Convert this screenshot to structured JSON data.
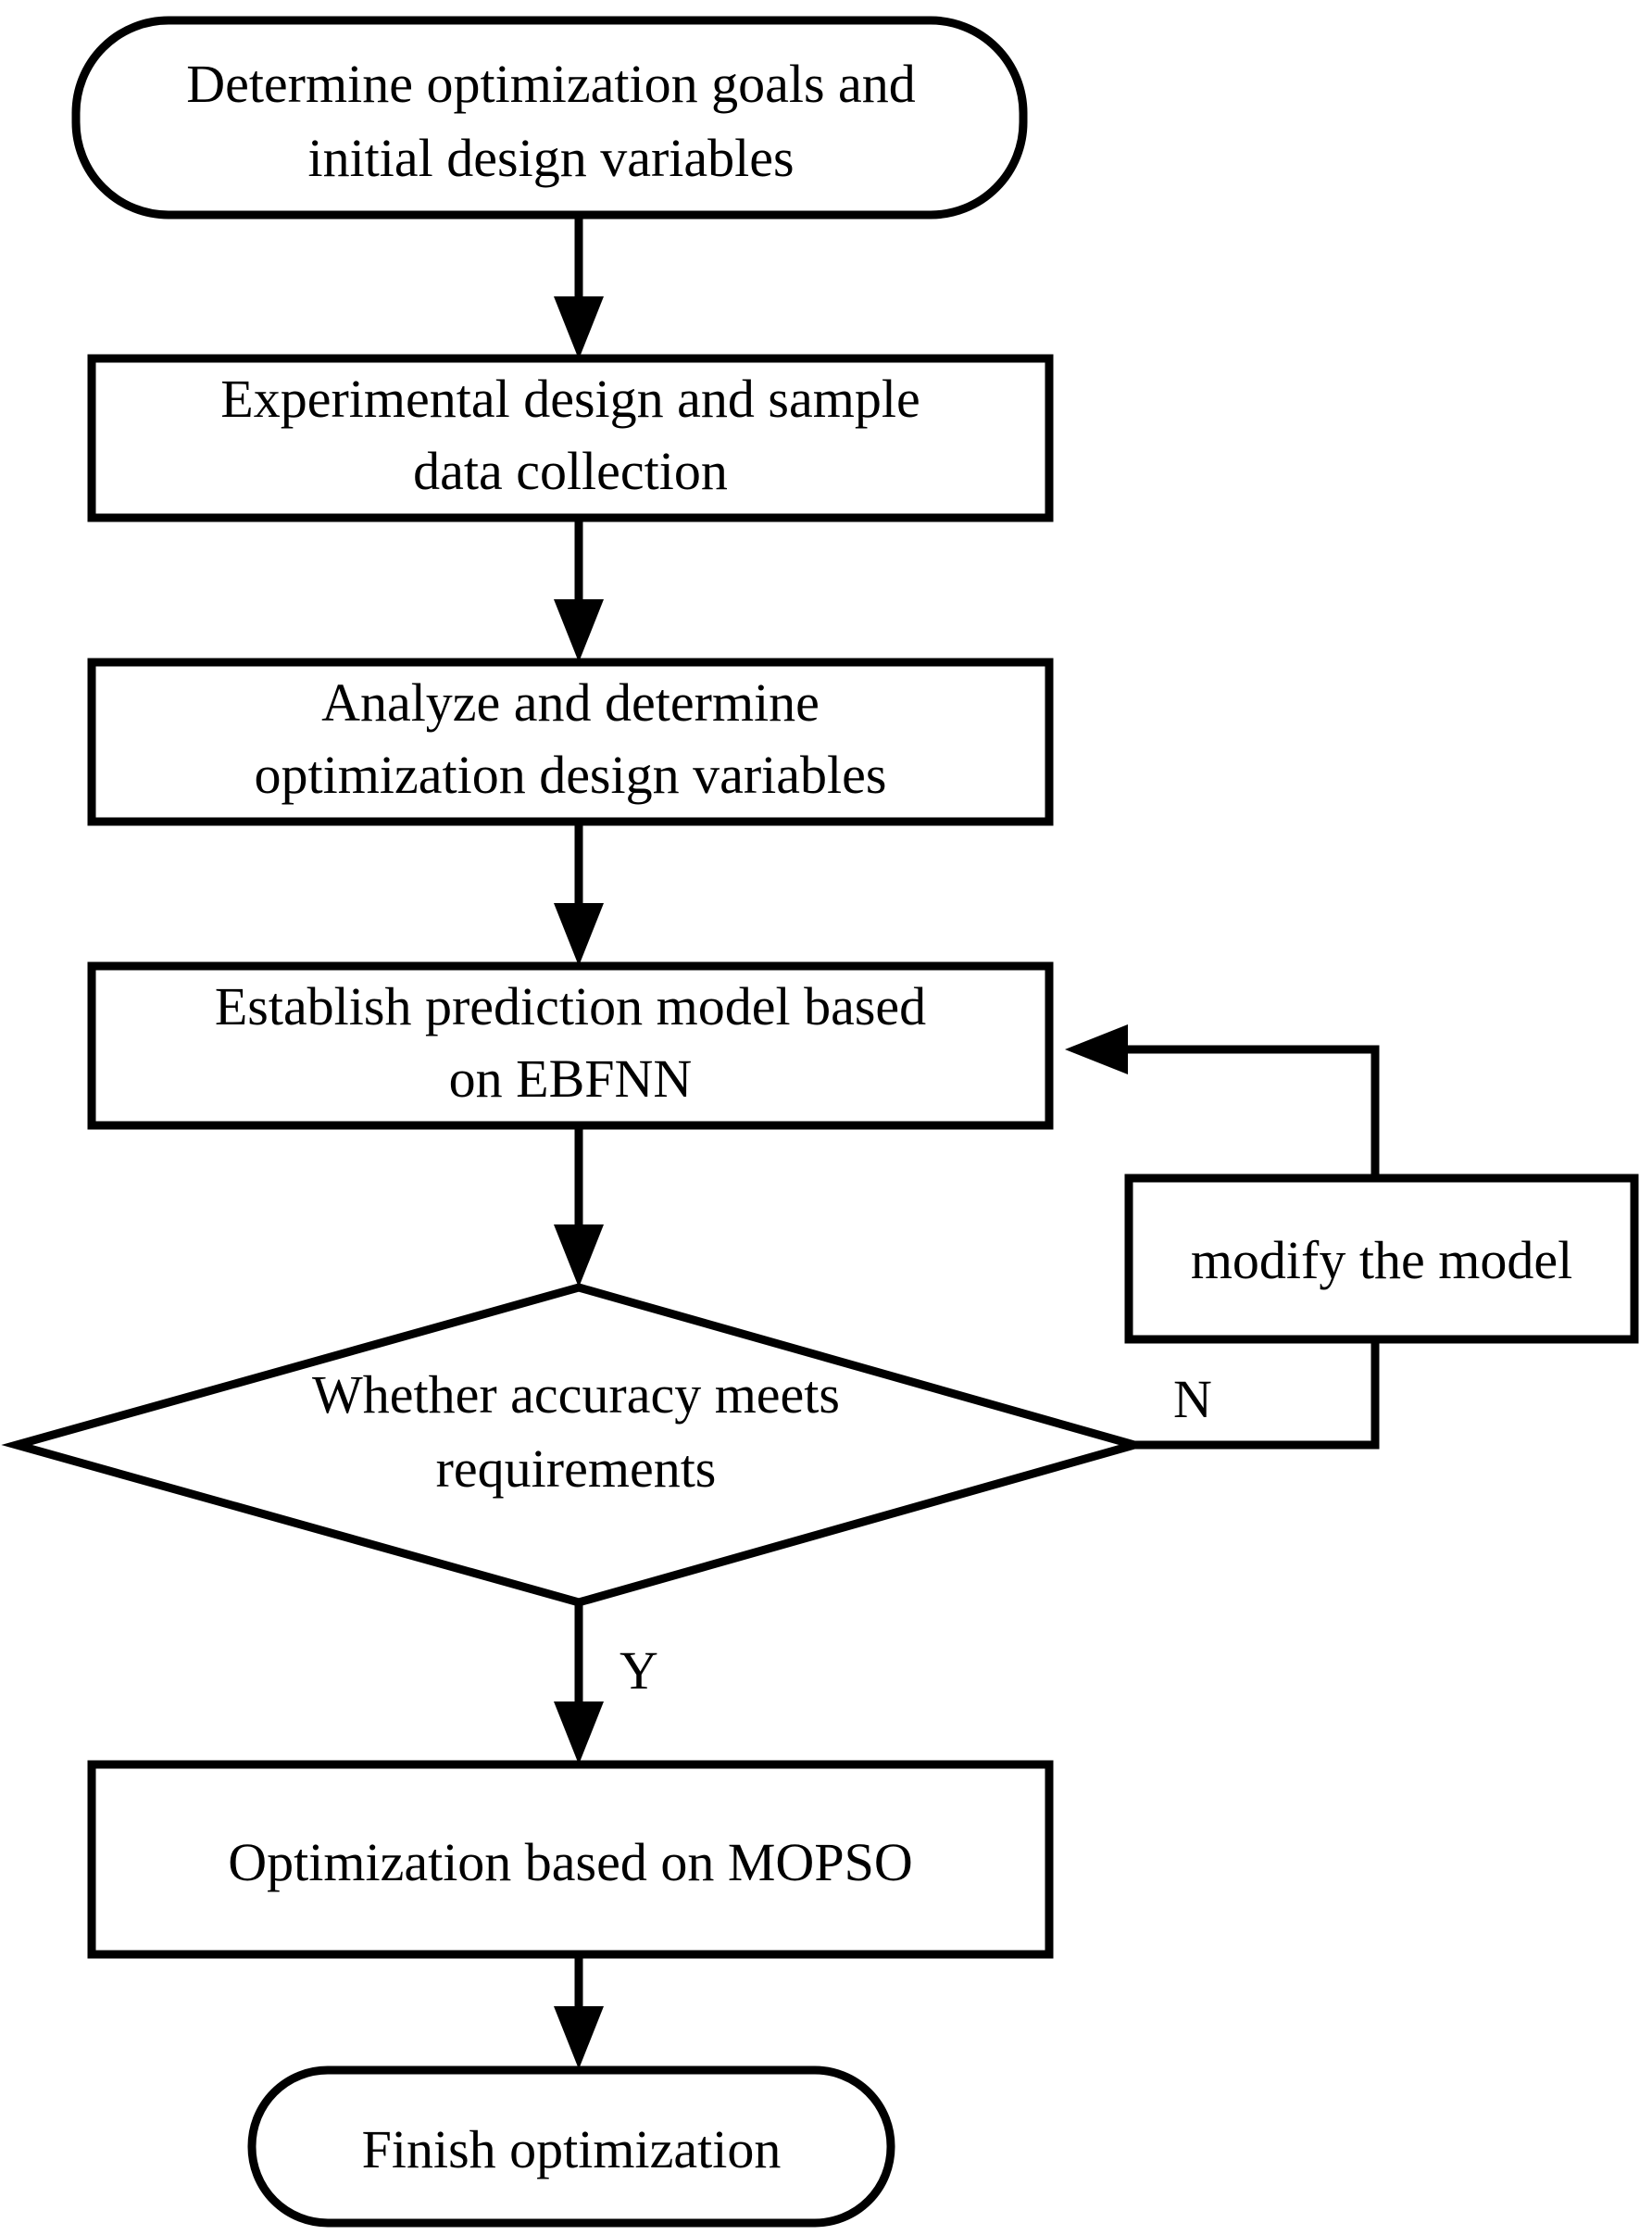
{
  "diagram": {
    "title": "Optimization workflow flowchart",
    "type": "flowchart",
    "colors": {
      "background": "#ffffff",
      "stroke": "#000000",
      "fill": "#ffffff",
      "text": "#000000"
    },
    "nodes": [
      {
        "id": "start",
        "shape": "rounded-terminator",
        "lines": [
          "Determine optimization goals and",
          "initial design variables"
        ]
      },
      {
        "id": "experimental-design",
        "shape": "process-box",
        "lines": [
          "Experimental design and sample",
          "data collection"
        ]
      },
      {
        "id": "analyze-variables",
        "shape": "process-box",
        "lines": [
          "Analyze and determine",
          "optimization design variables"
        ]
      },
      {
        "id": "prediction-model",
        "shape": "process-box",
        "lines": [
          "Establish prediction model based",
          "on EBFNN"
        ]
      },
      {
        "id": "accuracy-decision",
        "shape": "decision-diamond",
        "lines": [
          "Whether accuracy meets",
          "requirements"
        ]
      },
      {
        "id": "modify-model",
        "shape": "process-box",
        "lines": [
          "modify the model"
        ]
      },
      {
        "id": "mopso-optimization",
        "shape": "process-box",
        "lines": [
          "Optimization based on MOPSO"
        ]
      },
      {
        "id": "finish",
        "shape": "rounded-terminator",
        "lines": [
          "Finish optimization"
        ]
      }
    ],
    "edge_labels": {
      "no": "N",
      "yes": "Y"
    }
  }
}
